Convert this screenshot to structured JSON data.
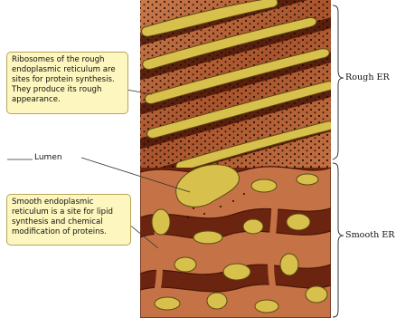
{
  "callouts": {
    "rough": "Ribosomes of the rough endoplasmic reticulum are sites for protein synthesis. They produce its rough appearance.",
    "smooth": "Smooth endoplasmic reticulum is a site for lipid synthesis and chemical modification of proteins."
  },
  "labels": {
    "lumen": "Lumen",
    "rough_er": "Rough ER",
    "smooth_er": "Smooth ER"
  },
  "colors": {
    "membrane": "#b8643a",
    "cytoplasm": "#5a1d0b",
    "lumen": "#d8c04c",
    "callout_bg": "#fdf6bf"
  }
}
